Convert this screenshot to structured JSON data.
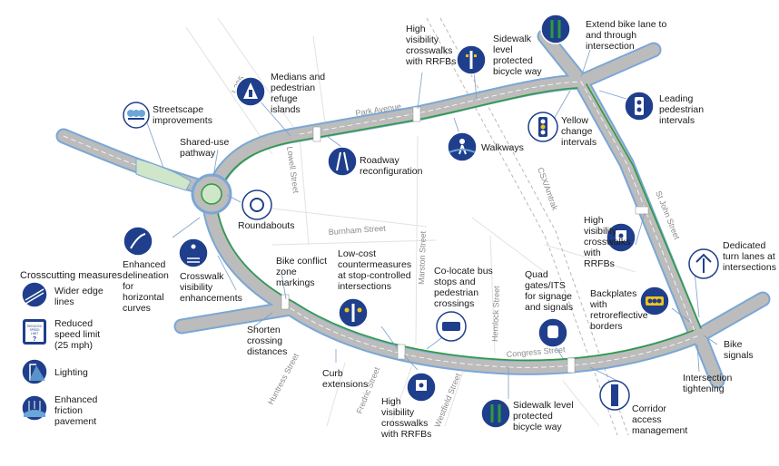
{
  "colors": {
    "road": "#bcbcbc",
    "edge": "#7aa7d6",
    "bike": "#2f9a3c",
    "icon": "#1f3f8c"
  },
  "streets": {
    "i295": "I-295",
    "park": "Park Avenue",
    "lowell": "Lowell Street",
    "burnham": "Burnham Street",
    "marston": "Marston Street",
    "hemlock": "Hemlock Street",
    "csx": "CSX/Amtrak",
    "stjohn": "St John Street",
    "congress": "Congress Street",
    "huntress": "Huntress Street",
    "fredric": "Fredric Street",
    "westfield": "Westfield Street"
  },
  "callouts": {
    "streetscape": [
      "Streetscape",
      "improvements"
    ],
    "shared_use": [
      "Shared-use",
      "pathway"
    ],
    "medians": [
      "Medians and",
      "pedestrian",
      "refuge",
      "islands"
    ],
    "hv_crosswalks_top": [
      "High",
      "visibility",
      "crosswalks",
      "with RRFBs"
    ],
    "sidewalk_top": [
      "Sidewalk",
      "level",
      "protected",
      "bicycle way"
    ],
    "extend_bike": [
      "Extend bike lane to",
      "and through",
      "intersection"
    ],
    "leading_ped": [
      "Leading",
      "pedestrian",
      "intervals"
    ],
    "yellow": [
      "Yellow",
      "change",
      "intervals"
    ],
    "walkways": [
      "Walkways"
    ],
    "roadway": [
      "Roadway",
      "reconfiguration"
    ],
    "roundabouts": [
      "Roundabouts"
    ],
    "delineation": [
      "Enhanced",
      "delineation",
      "for",
      "horizontal",
      "curves"
    ],
    "crosswalk_vis": [
      "Crosswalk",
      "visibility",
      "enhancements"
    ],
    "bike_conflict": [
      "Bike conflict",
      "zone",
      "markings"
    ],
    "shorten": [
      "Shorten",
      "crossing",
      "distances"
    ],
    "low_cost": [
      "Low-cost",
      "countermeasures",
      "at stop-controlled",
      "intersections"
    ],
    "colocate": [
      "Co-locate bus",
      "stops and",
      "pedestrian",
      "crossings"
    ],
    "quad_gates": [
      "Quad",
      "gates/ITS",
      "for signage",
      "and signals"
    ],
    "hv_crosswalks_right": [
      "High",
      "visibility",
      "crosswalks",
      "with",
      "RRFBs"
    ],
    "dedicated_turn": [
      "Dedicated",
      "turn lanes at",
      "intersections"
    ],
    "backplates": [
      "Backplates",
      "with",
      "retroreflective",
      "borders"
    ],
    "bike_signals": [
      "Bike",
      "signals"
    ],
    "intersection_tight": [
      "Intersection",
      "tightening"
    ],
    "corridor": [
      "Corridor",
      "access",
      "management"
    ],
    "sidewalk_bottom": [
      "Sidewalk level",
      "protected",
      "bicycle way"
    ],
    "hv_crosswalks_bottom": [
      "High",
      "visibility",
      "crosswalks",
      "with RRFBs"
    ],
    "curb": [
      "Curb",
      "extensions"
    ]
  },
  "legend": {
    "title": "Crosscutting measures",
    "items": [
      {
        "label": [
          "Wider edge",
          "lines"
        ],
        "icon": "wider-edge-lines-icon"
      },
      {
        "label": [
          "Reduced",
          "speed limit",
          "(25 mph)"
        ],
        "icon": "speed-limit-sign-icon"
      },
      {
        "label": [
          "Lighting"
        ],
        "icon": "lighting-icon"
      },
      {
        "label": [
          "Enhanced",
          "friction",
          "pavement"
        ],
        "icon": "friction-pavement-icon"
      }
    ],
    "sign_text": [
      "REDUCED",
      "SPEED",
      "LIMIT",
      "?"
    ]
  }
}
